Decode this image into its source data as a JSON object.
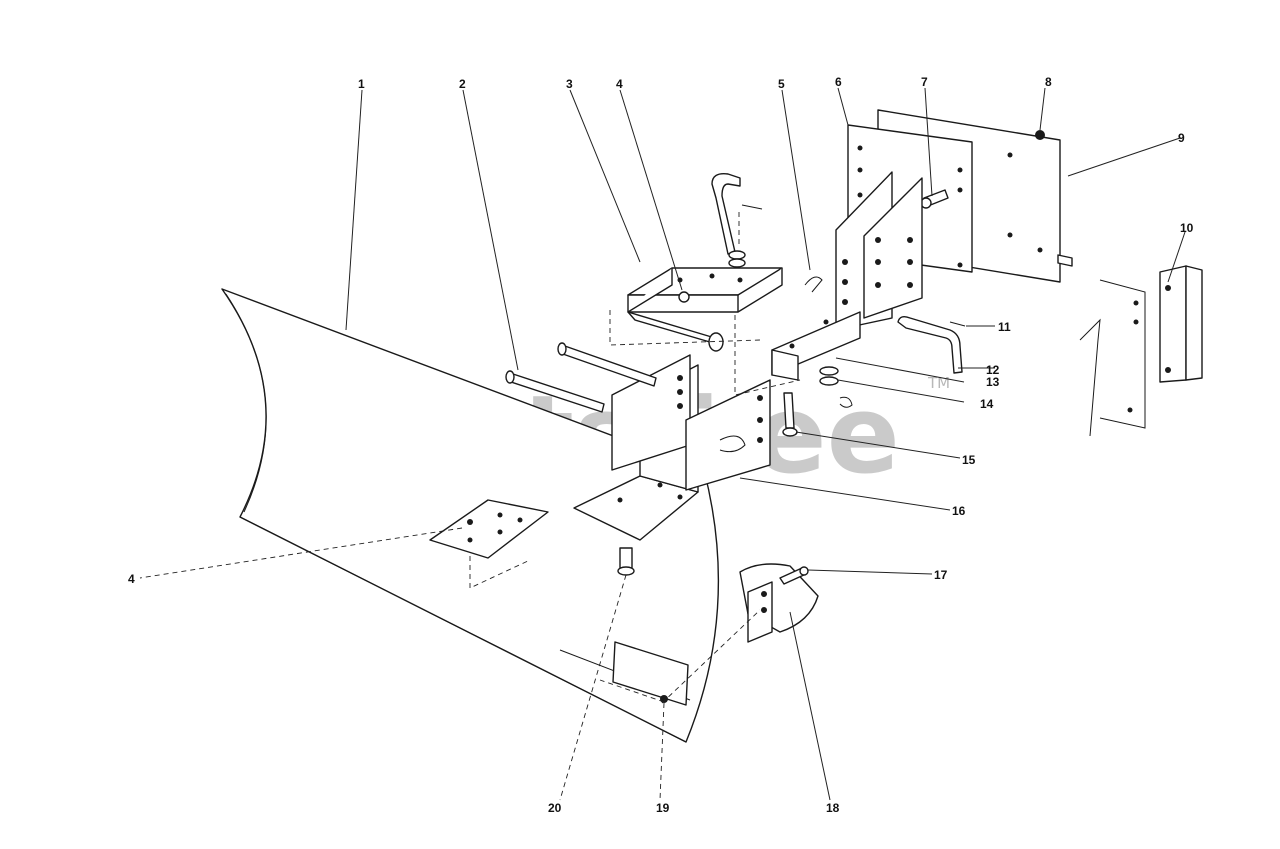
{
  "watermark": {
    "brand": "PartsTree",
    "trademark": "TM"
  },
  "callouts": [
    "1",
    "2",
    "3",
    "4",
    "5",
    "6",
    "7",
    "8",
    "9",
    "10",
    "11",
    "12",
    "13",
    "14",
    "15",
    "16",
    "17",
    "18",
    "19",
    "20",
    "4"
  ]
}
